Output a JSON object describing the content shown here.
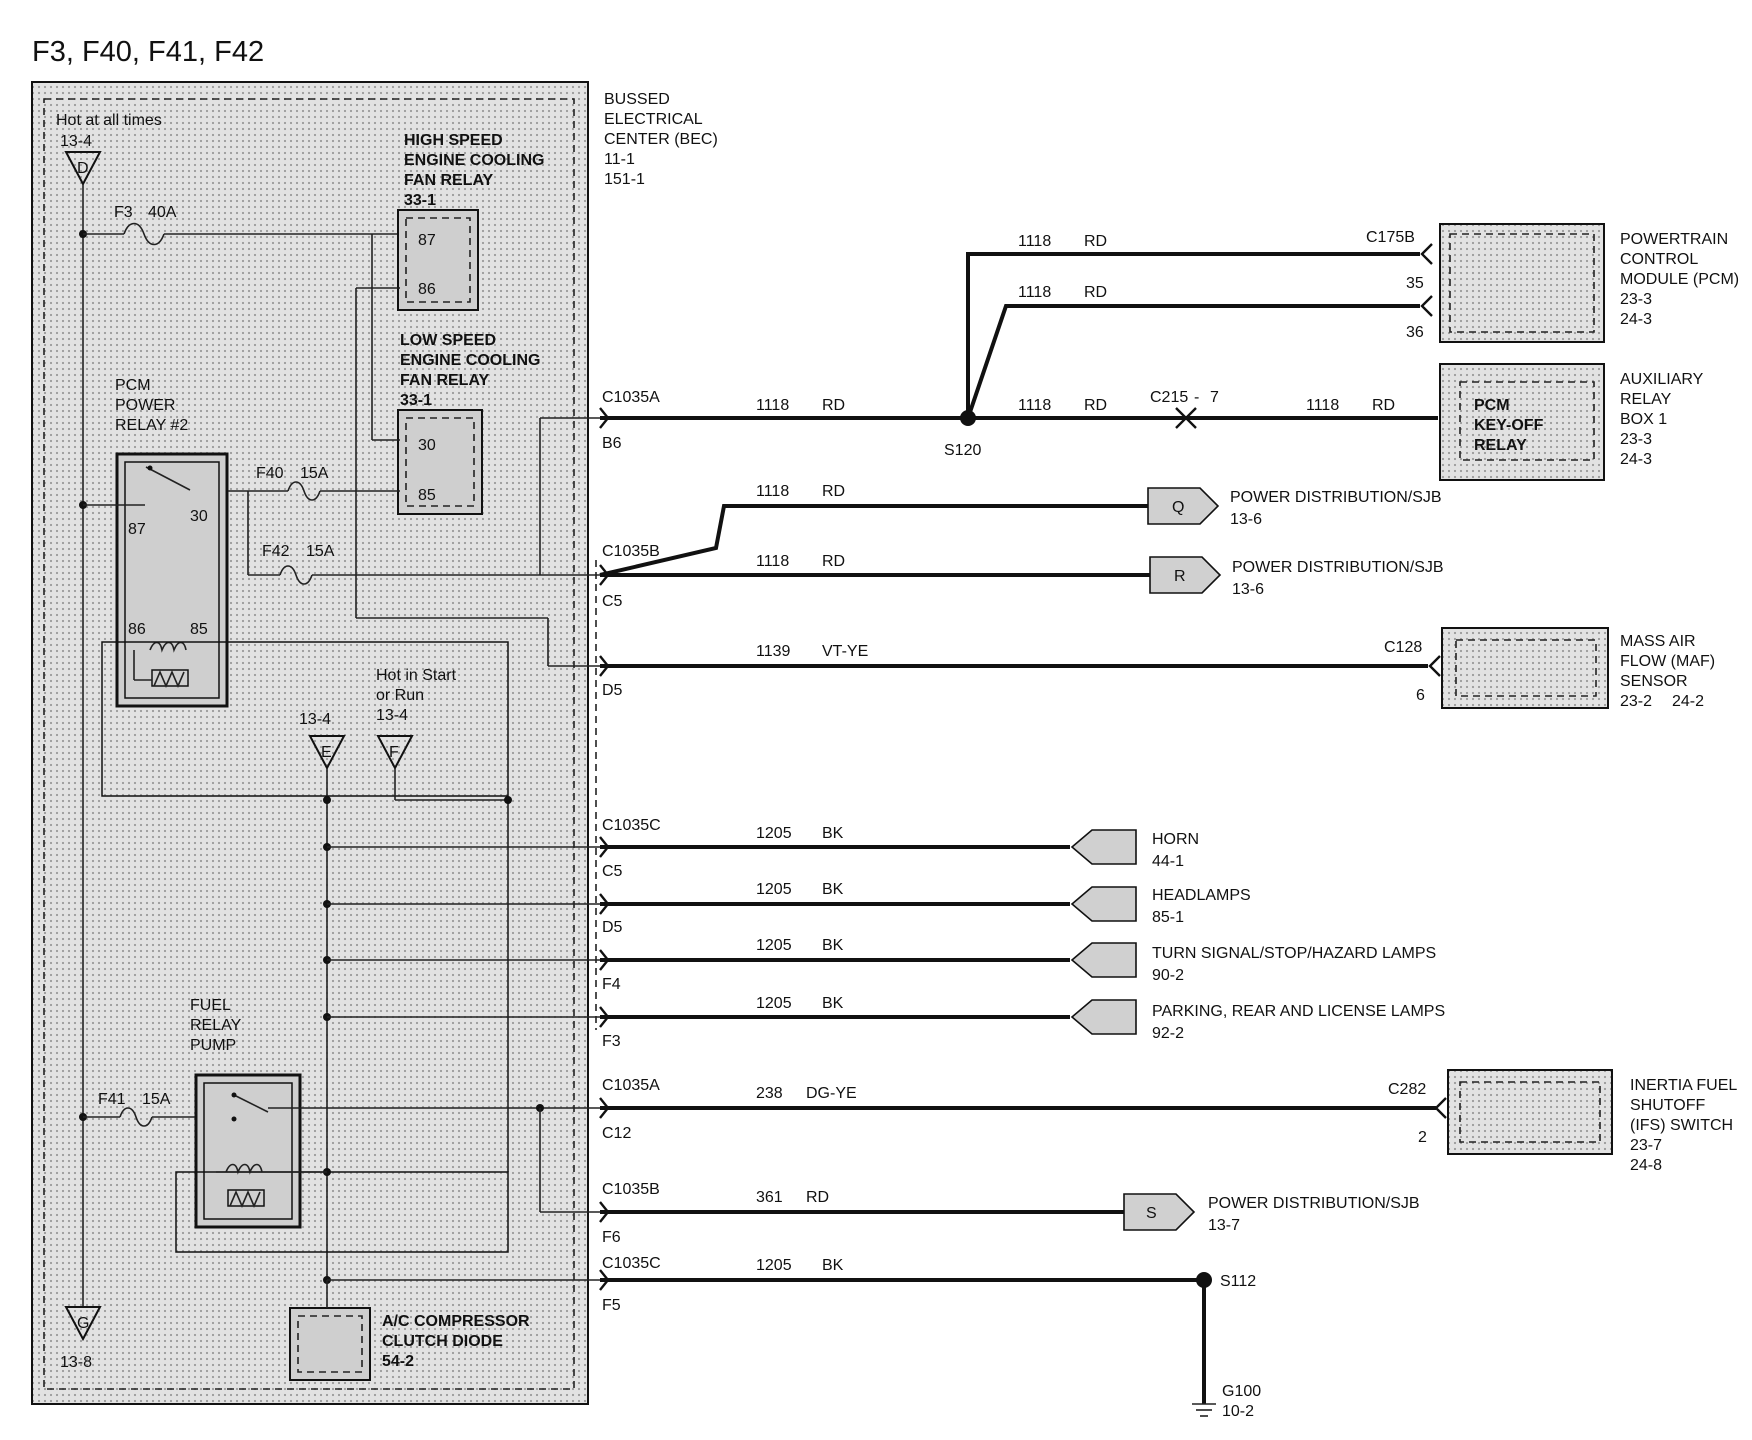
{
  "title": "F3, F40, F41, F42",
  "colors": {
    "ink": "#111111",
    "panel": "#d8d8d8",
    "component": "#cfcfcf"
  },
  "bec": {
    "lines": [
      "BUSSED",
      "ELECTRICAL",
      "CENTER (BEC)",
      "11-1",
      "151-1"
    ],
    "hot_label": "Hot at all times",
    "hot_ref": "13-4",
    "hot_tri": "D",
    "hot_run_lines": [
      "Hot in Start",
      "or Run",
      "13-4"
    ],
    "tri_e": "E",
    "tri_e_ref": "13-4",
    "tri_f": "F",
    "tri_g": "G",
    "tri_g_ref": "13-8"
  },
  "fuses": {
    "f3": "F3",
    "f3_amp": "40A",
    "f40": "F40",
    "f40_amp": "15A",
    "f41": "F41",
    "f41_amp": "15A",
    "f42": "F42",
    "f42_amp": "15A"
  },
  "relays": {
    "hs": {
      "lines": [
        "HIGH SPEED",
        "ENGINE COOLING",
        "FAN RELAY",
        "33-1"
      ],
      "pin_a": "87",
      "pin_b": "86"
    },
    "ls": {
      "lines": [
        "LOW SPEED",
        "ENGINE COOLING",
        "FAN RELAY",
        "33-1"
      ],
      "pin_a": "30",
      "pin_b": "85"
    },
    "pcm": {
      "lines": [
        "PCM",
        "POWER",
        "RELAY #2"
      ],
      "p87": "87",
      "p30": "30",
      "p86": "86",
      "p85": "85"
    },
    "fuel": {
      "lines": [
        "FUEL",
        "RELAY",
        "PUMP"
      ]
    }
  },
  "diode": {
    "lines": [
      "A/C COMPRESSOR",
      "CLUTCH DIODE",
      "54-2"
    ]
  },
  "connectors": {
    "c1035a": "C1035A",
    "c1035b": "C1035B",
    "c1035c": "C1035C",
    "b6": "B6",
    "c5": "C5",
    "d5": "D5",
    "f4": "F4",
    "f3": "F3",
    "c12": "C12",
    "f6": "F6",
    "f5": "F5",
    "c175b": "C175B",
    "c175b_p35": "35",
    "c175b_p36": "36",
    "c215": "C215",
    "c215_pin": "7",
    "c128": "C128",
    "c128_pin": "6",
    "c282": "C282",
    "c282_pin": "2"
  },
  "splices": {
    "s120": "S120",
    "s112": "S112"
  },
  "ground": {
    "name": "G100",
    "ref": "10-2"
  },
  "wires": {
    "w1118": "1118",
    "w1139": "1139",
    "w1205": "1205",
    "w238": "238",
    "w361": "361",
    "rd": "RD",
    "vtye": "VT-YE",
    "bk": "BK",
    "dgye": "DG-YE"
  },
  "pcm_module": {
    "lines": [
      "POWERTRAIN",
      "CONTROL",
      "MODULE (PCM)",
      "23-3",
      "24-3"
    ]
  },
  "aux_relay_box": {
    "lines": [
      "AUXILIARY",
      "RELAY",
      "BOX 1",
      "23-3",
      "24-3"
    ],
    "inner": [
      "PCM",
      "KEY-OFF",
      "RELAY"
    ]
  },
  "maf": {
    "lines": [
      "MASS AIR",
      "FLOW (MAF)",
      "SENSOR"
    ],
    "ref_a": "23-2",
    "ref_b": "24-2"
  },
  "ifs": {
    "lines": [
      "INERTIA FUEL",
      "SHUTOFF",
      "(IFS) SWITCH",
      "23-7",
      "24-8"
    ]
  },
  "destinations": {
    "q": {
      "letter": "Q",
      "name": "POWER DISTRIBUTION/SJB",
      "ref": "13-6"
    },
    "r": {
      "letter": "R",
      "name": "POWER DISTRIBUTION/SJB",
      "ref": "13-6"
    },
    "s": {
      "letter": "S",
      "name": "POWER DISTRIBUTION/SJB",
      "ref": "13-7"
    },
    "horn": {
      "name": "HORN",
      "ref": "44-1"
    },
    "headlamps": {
      "name": "HEADLAMPS",
      "ref": "85-1"
    },
    "turn": {
      "name": "TURN SIGNAL/STOP/HAZARD LAMPS",
      "ref": "90-2"
    },
    "parking": {
      "name": "PARKING, REAR AND LICENSE LAMPS",
      "ref": "92-2"
    }
  }
}
